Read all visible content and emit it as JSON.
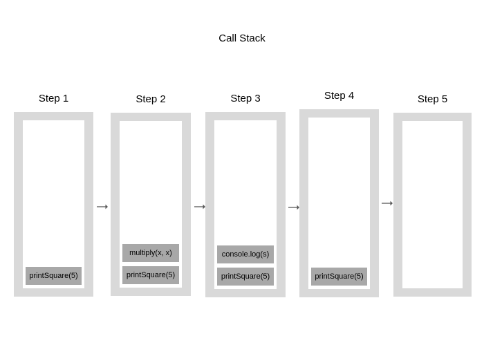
{
  "title": "Call Stack",
  "colors": {
    "container_fill": "#d9d9d9",
    "inner_fill": "#ffffff",
    "frame_fill": "#a8a8a8",
    "arrow": "#595959",
    "text": "#000000",
    "bg": "#ffffff"
  },
  "steps": [
    {
      "label": "Step 1",
      "frames": [
        "printSquare(5)"
      ]
    },
    {
      "label": "Step 2",
      "frames": [
        "multiply(x, x)",
        "printSquare(5)"
      ]
    },
    {
      "label": "Step 3",
      "frames": [
        "console.log(s)",
        "printSquare(5)"
      ]
    },
    {
      "label": "Step 4",
      "frames": [
        "printSquare(5)"
      ]
    },
    {
      "label": "Step 5",
      "frames": []
    }
  ]
}
